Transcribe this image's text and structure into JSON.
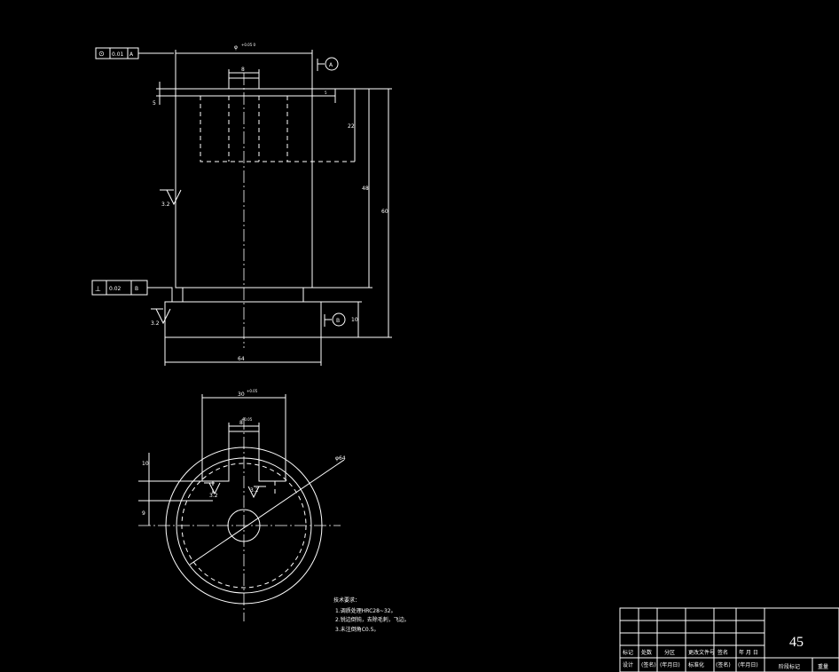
{
  "colors": {
    "background": "#000000",
    "line": "#ffffff"
  },
  "front_view": {
    "dim_top_width": "φ",
    "dim_top_width_tol": "+0.05 0",
    "dim_slot_width": "8",
    "dim_slot_depth": "5",
    "dim_bore_depth": "22",
    "dim_body_height": "48",
    "dim_total_height": "60",
    "dim_base_height": "10",
    "dim_base_width": "64",
    "roughness_side": "3.2",
    "roughness_base": "3.2",
    "datum_flag": "⊙",
    "datum_tol": "0.01",
    "datum_ref": "A",
    "datum_right_a": "A",
    "datum_right_b": "B",
    "perp_symbol": "⊥",
    "perp_tol": "0.02",
    "perp_ref": "B"
  },
  "top_view": {
    "dim_width": "30",
    "dim_width_tol": "+0.05",
    "dim_slot": "8",
    "dim_slot_tol": "+0.05",
    "dim_left_upper": "10",
    "dim_left_lower": "9",
    "dim_diameter": "φ64",
    "roughness_left": "3.2",
    "roughness_right": "3.2"
  },
  "notes": {
    "title": "技术要求：",
    "lines": [
      "1.调质处理HRC28~32。",
      "2.锐边倒钝，去除毛刺，飞边。",
      "3.未注倒角C0.5。"
    ]
  },
  "title_block": {
    "material": "45",
    "row_labels": [
      "标记",
      "处数",
      "分区",
      "更改文件号",
      "签名",
      "年 月 日"
    ],
    "row2_labels": [
      "设计",
      "(签名)",
      "(年月日)",
      "标准化",
      "(签名)",
      "(年月日)"
    ],
    "stage_label": "阶段标记",
    "weight_label": "重量"
  }
}
